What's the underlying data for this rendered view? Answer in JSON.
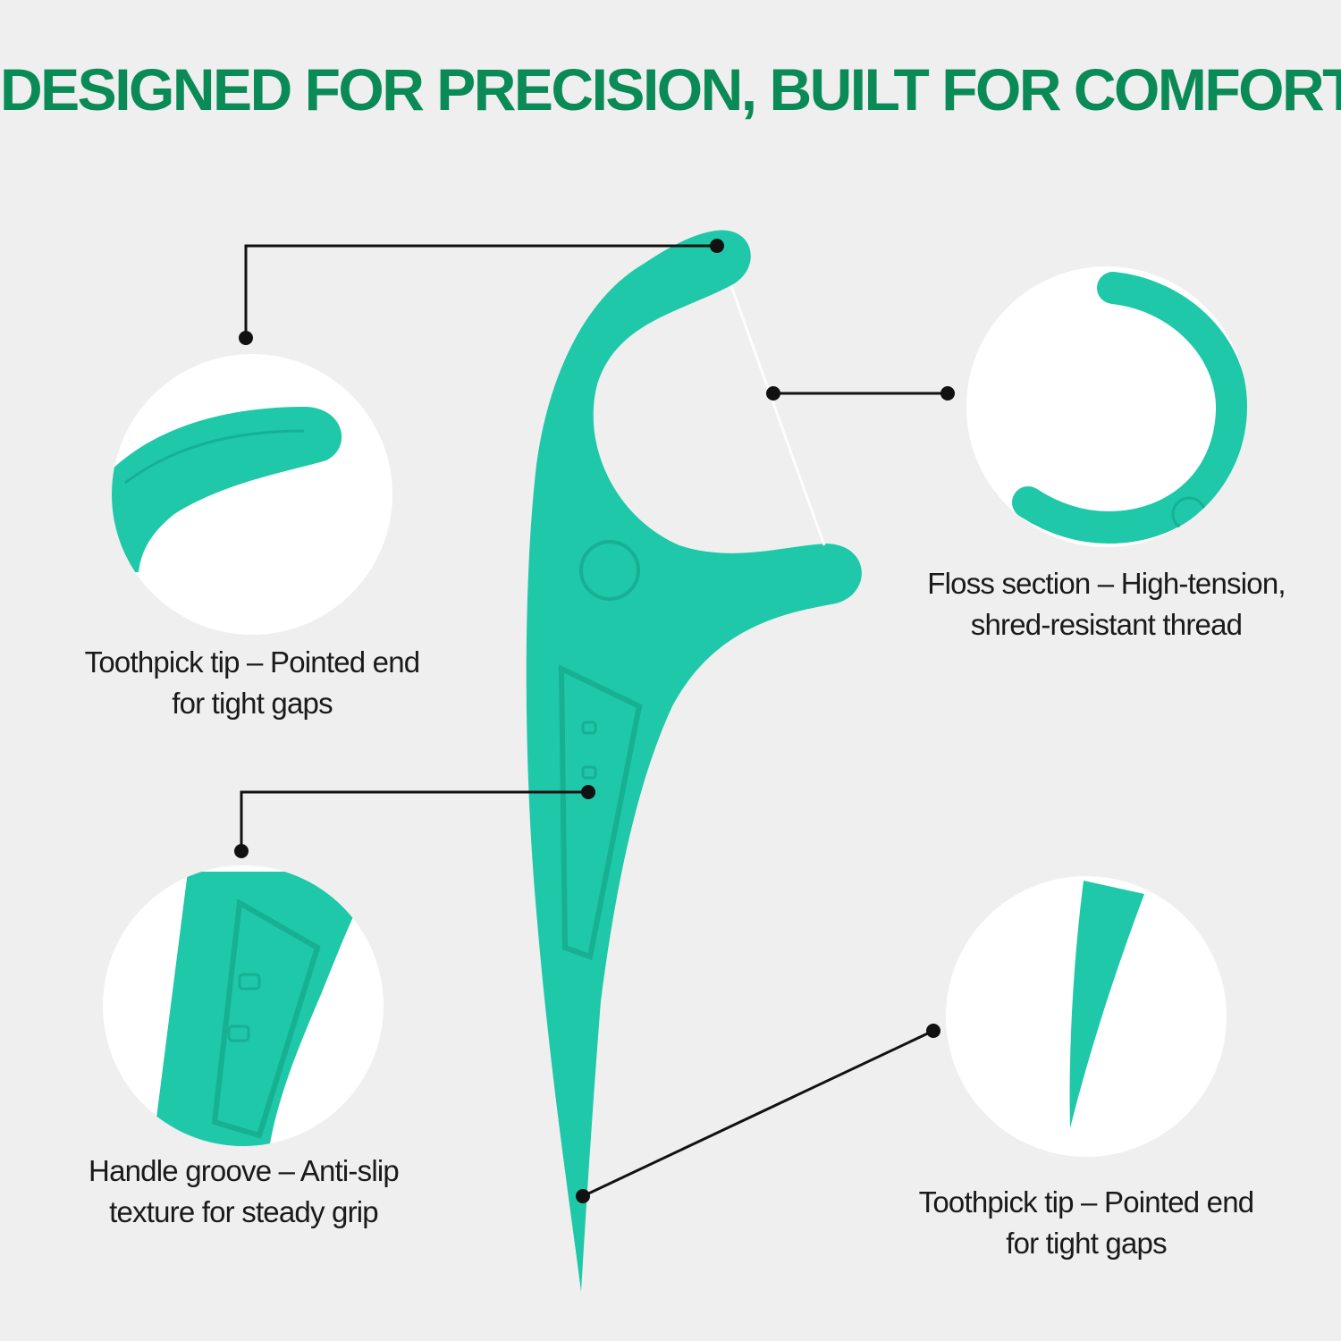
{
  "headline": "DESIGNED FOR PRECISION, BUILT FOR COMFORT",
  "callouts": [
    {
      "line1": "Toothpick tip – Pointed end",
      "line2": "for tight gaps"
    },
    {
      "line1": "Floss section – High-tension,",
      "line2": "shred-resistant thread"
    },
    {
      "line1": "Handle groove – Anti-slip",
      "line2": "texture for steady grip"
    },
    {
      "line1": "Toothpick tip – Pointed end",
      "line2": "for tight gaps"
    }
  ],
  "colors": {
    "headline": "#0a8a56",
    "product": "#1ec8a8",
    "product_shade": "#17b093",
    "background": "#efefef",
    "callout_line": "#111111",
    "floss": "#ffffff"
  },
  "icons": [
    "floss-pick-image",
    "toothpick-tip-icon",
    "floss-arc-icon",
    "handle-groove-icon",
    "pointed-tip-icon"
  ]
}
